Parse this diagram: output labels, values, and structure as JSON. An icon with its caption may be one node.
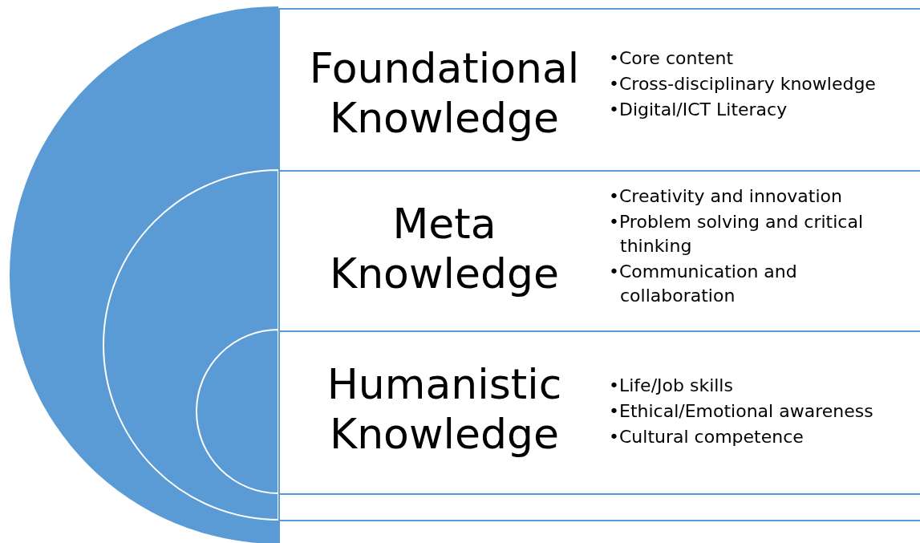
{
  "diagram": {
    "nodes": [
      {
        "text": [
          "Foundational Knowledge",
          "•Core content",
          "•Cross-disciplinary knowledge",
          "•Digital/ICT Literacy"
        ]
      },
      {
        "text": [
          "Meta Knowledge",
          "•Creativity and innovation",
          "•Problem solving and critical thinking",
          "•Communication and collaboration"
        ]
      },
      {
        "text": [
          "Humanistic Knowledge",
          "•Life/Job skills",
          "•Ethical/Emotional awareness",
          "•Cultural competence"
        ]
      },
      {
        "text": [],
        "shape": "box"
      },
      {
        "text": [],
        "shape": "box"
      }
    ]
  }
}
